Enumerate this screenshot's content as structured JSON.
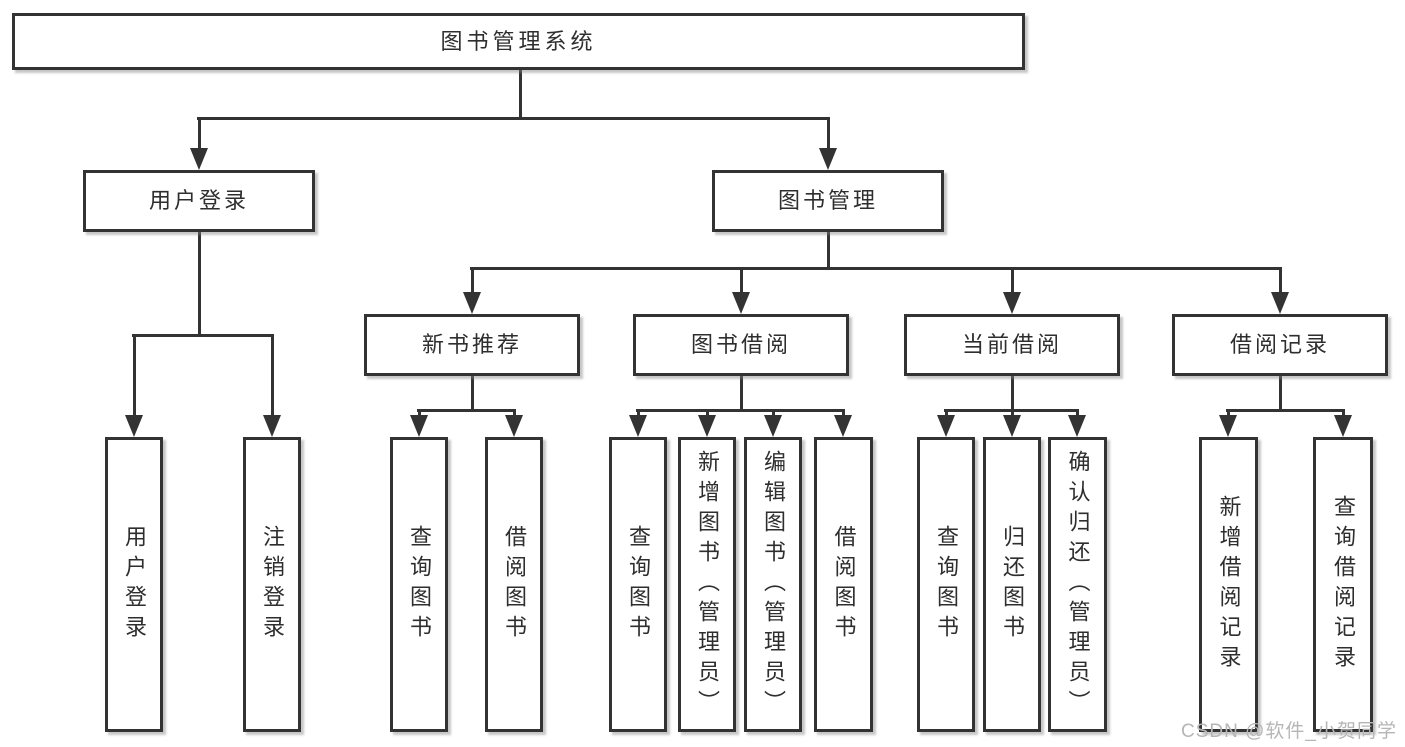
{
  "root": {
    "label": "图书管理系统"
  },
  "level2": [
    {
      "label": "用户登录"
    },
    {
      "label": "图书管理"
    }
  ],
  "level3": [
    {
      "label": "新书推荐"
    },
    {
      "label": "图书借阅"
    },
    {
      "label": "当前借阅"
    },
    {
      "label": "借阅记录"
    }
  ],
  "level4": [
    {
      "label": "用户登录"
    },
    {
      "label": "注销登录"
    },
    {
      "label": "查询图书"
    },
    {
      "label": "借阅图书"
    },
    {
      "label": "查询图书"
    },
    {
      "label": "新增图书（管理员）"
    },
    {
      "label": "编辑图书（管理员）"
    },
    {
      "label": "借阅图书"
    },
    {
      "label": "查询图书"
    },
    {
      "label": "归还图书"
    },
    {
      "label": "确认归还（管理员）"
    },
    {
      "label": "新增借阅记录"
    },
    {
      "label": "查询借阅记录"
    }
  ],
  "watermark": "CSDN @软件_小贺同学",
  "colors": {
    "line": "#333333",
    "box-bg": "#ffffff",
    "text": "#2e2e2e",
    "watermark": "#b6b6b6"
  }
}
